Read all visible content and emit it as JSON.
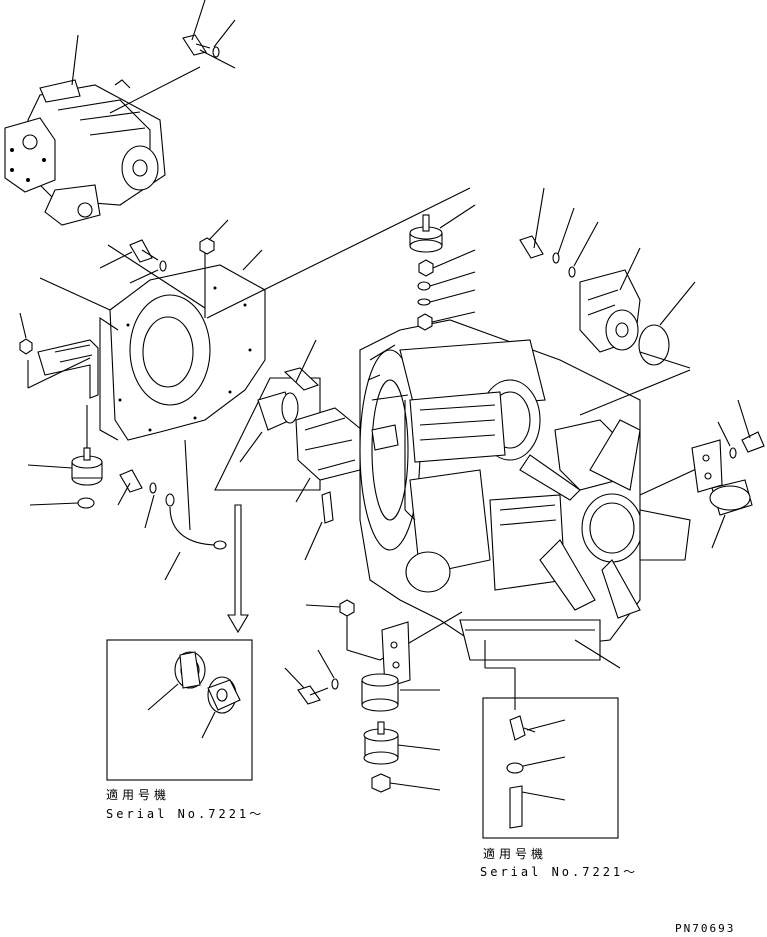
{
  "inset_left": {
    "title": "適用号機",
    "serial": "Serial No.7221～"
  },
  "inset_right": {
    "title": "適用号機",
    "serial": "Serial No.7221～"
  },
  "drawing_number": "PN70693"
}
